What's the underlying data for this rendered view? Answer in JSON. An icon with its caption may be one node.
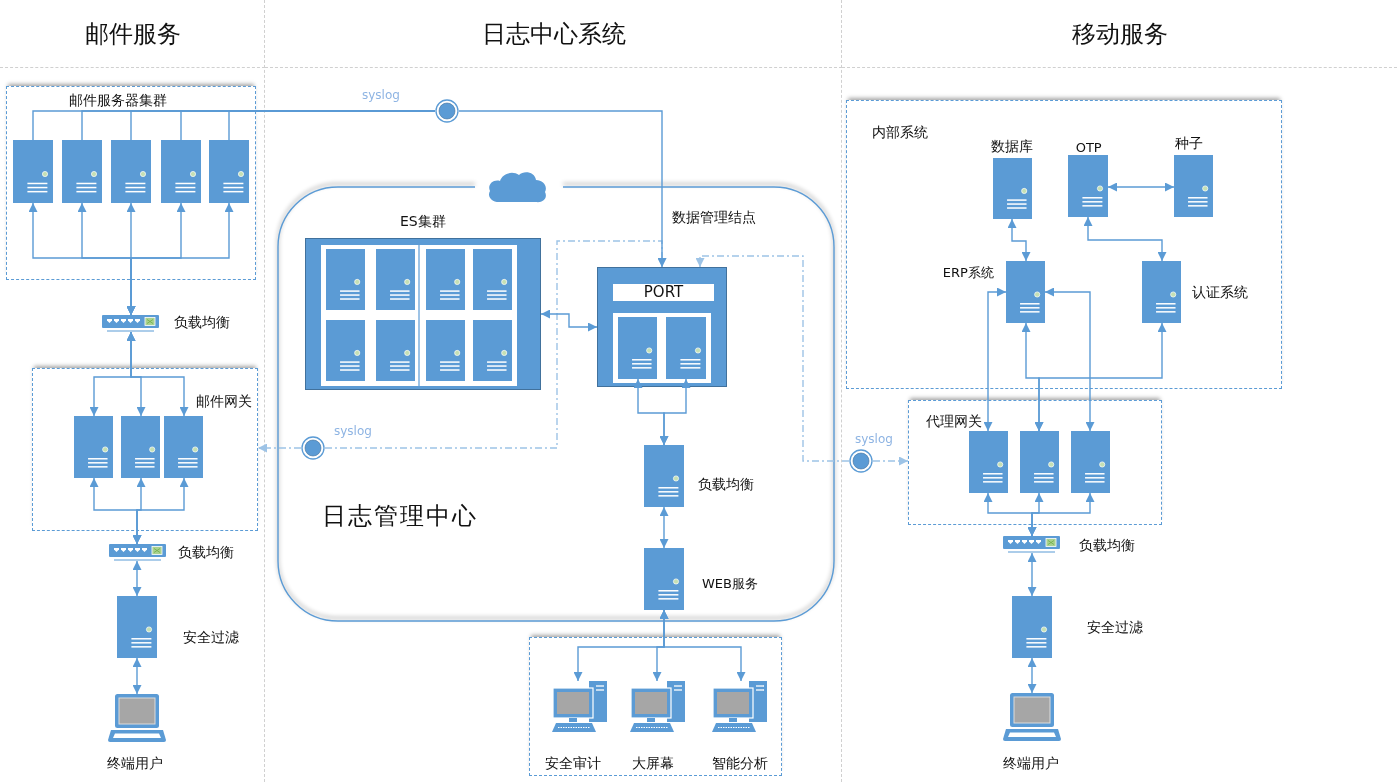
{
  "diagram": {
    "nodes": [
      {
        "text": [
          "邮件服务"
        ]
      },
      {
        "text": [
          "邮件服务器集群"
        ],
        "in": 0
      },
      {
        "text": [],
        "shape": "server",
        "in": 1
      },
      {
        "text": [],
        "shape": "server",
        "in": 1
      },
      {
        "text": [],
        "shape": "server",
        "in": 1
      },
      {
        "text": [],
        "shape": "server",
        "in": 1
      },
      {
        "text": [],
        "shape": "server",
        "in": 1
      },
      {
        "text": [],
        "shape": "switch",
        "in": 0,
        "beside": [
          "负载均衡"
        ]
      },
      {
        "text": [
          "邮件网关"
        ],
        "in": 0
      },
      {
        "text": [],
        "shape": "server",
        "in": 8
      },
      {
        "text": [],
        "shape": "server",
        "in": 8
      },
      {
        "text": [],
        "shape": "server",
        "in": 8
      },
      {
        "text": [],
        "shape": "switch",
        "in": 0,
        "beside": [
          "负载均衡"
        ]
      },
      {
        "text": [],
        "shape": "server",
        "in": 0,
        "beside": [
          "安全过滤"
        ]
      },
      {
        "text": [],
        "shape": "laptop",
        "in": 0,
        "beside": [
          "终端用户"
        ]
      },
      {
        "text": [
          "日志中心系统"
        ]
      },
      {
        "text": [],
        "shape": "circle",
        "in": 15,
        "beside": [
          "syslog"
        ]
      },
      {
        "text": [
          "日志管理中心"
        ],
        "in": 15
      },
      {
        "text": [],
        "shape": "box",
        "in": 17,
        "beside": [
          "ES集群"
        ]
      },
      {
        "text": [],
        "shape": "server",
        "in": 18
      },
      {
        "text": [],
        "shape": "server",
        "in": 18
      },
      {
        "text": [],
        "shape": "server",
        "in": 18
      },
      {
        "text": [],
        "shape": "server",
        "in": 18
      },
      {
        "text": [],
        "shape": "server",
        "in": 18
      },
      {
        "text": [],
        "shape": "server",
        "in": 18
      },
      {
        "text": [],
        "shape": "server",
        "in": 18
      },
      {
        "text": [],
        "shape": "server",
        "in": 18
      },
      {
        "text": [
          "PORT"
        ],
        "in": 17,
        "beside": [
          "数据管理结点"
        ]
      },
      {
        "text": [],
        "shape": "server",
        "in": 27
      },
      {
        "text": [],
        "shape": "server",
        "in": 27
      },
      {
        "text": [],
        "shape": "circle",
        "in": 17,
        "beside": [
          "syslog"
        ]
      },
      {
        "text": [],
        "shape": "server",
        "in": 17,
        "beside": [
          "负载均衡"
        ]
      },
      {
        "text": [],
        "shape": "server",
        "in": 17,
        "beside": [
          "WEB服务"
        ]
      },
      {
        "text": [],
        "shape": "box",
        "in": 15
      },
      {
        "text": [],
        "shape": "computer",
        "in": 33,
        "beside": [
          "安全审计"
        ]
      },
      {
        "text": [],
        "shape": "computer",
        "in": 33,
        "beside": [
          "大屏幕"
        ]
      },
      {
        "text": [],
        "shape": "computer",
        "in": 33,
        "beside": [
          "智能分析"
        ]
      },
      {
        "text": [
          "移动服务"
        ]
      },
      {
        "text": [
          "内部系统"
        ],
        "in": 37
      },
      {
        "text": [],
        "shape": "server",
        "in": 38,
        "beside": [
          "数据库"
        ]
      },
      {
        "text": [],
        "shape": "server",
        "in": 38,
        "beside": [
          "OTP"
        ]
      },
      {
        "text": [],
        "shape": "server",
        "in": 38,
        "beside": [
          "种子"
        ]
      },
      {
        "text": [],
        "shape": "server",
        "in": 38,
        "beside": [
          "ERP系统"
        ]
      },
      {
        "text": [],
        "shape": "server",
        "in": 38,
        "beside": [
          "认证系统"
        ]
      },
      {
        "text": [],
        "shape": "circle",
        "in": 37,
        "beside": [
          "syslog"
        ]
      },
      {
        "text": [
          "代理网关"
        ],
        "in": 37
      },
      {
        "text": [],
        "shape": "server",
        "in": 45
      },
      {
        "text": [],
        "shape": "server",
        "in": 45
      },
      {
        "text": [],
        "shape": "server",
        "in": 45
      },
      {
        "text": [],
        "shape": "switch",
        "in": 37,
        "beside": [
          "负载均衡"
        ]
      },
      {
        "text": [],
        "shape": "server",
        "in": 37,
        "beside": [
          "安全过滤"
        ]
      },
      {
        "text": [],
        "shape": "laptop",
        "in": 37,
        "beside": [
          "终端用户"
        ]
      }
    ],
    "edges": [
      {
        "from": 2,
        "to": 16,
        "arrow": "none"
      },
      {
        "from": 3,
        "to": 16,
        "arrow": "none"
      },
      {
        "from": 4,
        "to": 16,
        "arrow": "none"
      },
      {
        "from": 5,
        "to": 16,
        "arrow": "none"
      },
      {
        "from": 6,
        "to": 16,
        "arrow": "none"
      },
      {
        "from": 16,
        "to": 27,
        "arrow": "to"
      },
      {
        "from": 7,
        "to": 2,
        "arrow": "both"
      },
      {
        "from": 7,
        "to": 3,
        "arrow": "both"
      },
      {
        "from": 7,
        "to": 4,
        "arrow": "both"
      },
      {
        "from": 7,
        "to": 5,
        "arrow": "both"
      },
      {
        "from": 7,
        "to": 6,
        "arrow": "both"
      },
      {
        "from": 7,
        "to": 9,
        "arrow": "both"
      },
      {
        "from": 7,
        "to": 10,
        "arrow": "both"
      },
      {
        "from": 7,
        "to": 11,
        "arrow": "both"
      },
      {
        "from": 12,
        "to": 9,
        "arrow": "both"
      },
      {
        "from": 12,
        "to": 10,
        "arrow": "both"
      },
      {
        "from": 12,
        "to": 11,
        "arrow": "both"
      },
      {
        "from": 12,
        "to": 13,
        "arrow": "both"
      },
      {
        "from": 13,
        "to": 14,
        "arrow": "both"
      },
      {
        "from": 18,
        "to": 27,
        "arrow": "both"
      },
      {
        "from": 31,
        "to": 28,
        "arrow": "both"
      },
      {
        "from": 31,
        "to": 29,
        "arrow": "both"
      },
      {
        "from": 31,
        "to": 32,
        "arrow": "both"
      },
      {
        "from": 32,
        "to": 34,
        "arrow": "both"
      },
      {
        "from": 32,
        "to": 35,
        "arrow": "both"
      },
      {
        "from": 32,
        "to": 36,
        "arrow": "both"
      },
      {
        "from": 30,
        "to": 27,
        "arrow": "to",
        "style": "dashed",
        "color": "#9dc3e6"
      },
      {
        "from": 30,
        "to": 8,
        "arrow": "to",
        "style": "dashed",
        "color": "#9dc3e6"
      },
      {
        "from": 44,
        "to": 27,
        "arrow": "to",
        "style": "dashed",
        "color": "#9dc3e6"
      },
      {
        "from": 44,
        "to": 45,
        "arrow": "to",
        "style": "dashed",
        "color": "#9dc3e6"
      },
      {
        "from": 40,
        "to": 41,
        "arrow": "both"
      },
      {
        "from": 39,
        "to": 42,
        "arrow": "both"
      },
      {
        "from": 40,
        "to": 43,
        "arrow": "both"
      },
      {
        "from": 46,
        "to": 42,
        "arrow": "both"
      },
      {
        "from": 48,
        "to": 42,
        "arrow": "both"
      },
      {
        "from": 47,
        "to": 42,
        "arrow": "both"
      },
      {
        "from": 47,
        "to": 43,
        "arrow": "both"
      },
      {
        "from": 49,
        "to": 46,
        "arrow": "both"
      },
      {
        "from": 49,
        "to": 47,
        "arrow": "both"
      },
      {
        "from": 49,
        "to": 48,
        "arrow": "both"
      },
      {
        "from": 49,
        "to": 50,
        "arrow": "both"
      },
      {
        "from": 50,
        "to": 51,
        "arrow": "both"
      }
    ]
  }
}
